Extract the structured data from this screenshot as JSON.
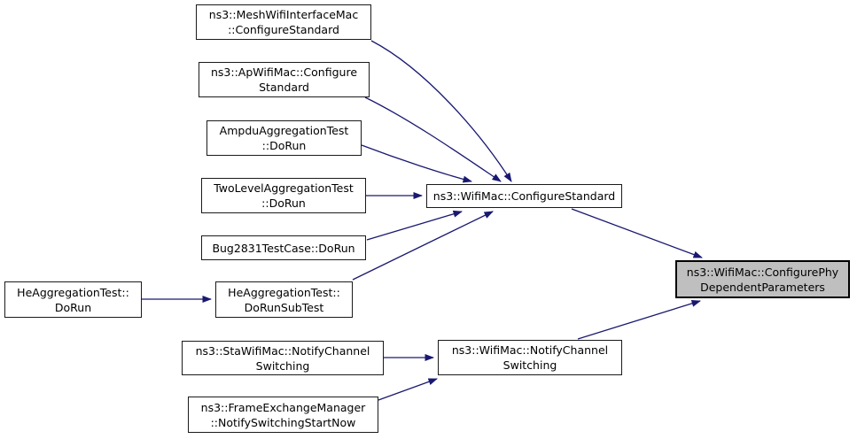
{
  "diagram": {
    "kind": "doxygen-call-graph",
    "background_color": "#ffffff",
    "edge_color": "#191970",
    "node_fill": "#ffffff",
    "node_border_color": "#1a1a1a",
    "highlight_fill": "#bfbfbf",
    "highlighted_node": "ns3::WifiMac::ConfigurePhyDependentParameters"
  },
  "nodes": [
    {
      "id": "mesh-configure-standard",
      "label": "ns3::MeshWifiInterfaceMac\n::ConfigureStandard"
    },
    {
      "id": "ap-configure-standard",
      "label": "ns3::ApWifiMac::Configure\nStandard"
    },
    {
      "id": "ampdu-dorun",
      "label": "AmpduAggregationTest\n::DoRun"
    },
    {
      "id": "twolevel-dorun",
      "label": "TwoLevelAggregationTest\n::DoRun"
    },
    {
      "id": "bug2831-dorun",
      "label": "Bug2831TestCase::DoRun"
    },
    {
      "id": "heaggregation-dorun",
      "label": "HeAggregationTest::\nDoRun"
    },
    {
      "id": "heaggregation-dorunsubtest",
      "label": "HeAggregationTest::\nDoRunSubTest"
    },
    {
      "id": "sta-notify-channel-switching",
      "label": "ns3::StaWifiMac::NotifyChannel\nSwitching"
    },
    {
      "id": "fem-notify-switching-start-now",
      "label": "ns3::FrameExchangeManager\n::NotifySwitchingStartNow"
    },
    {
      "id": "wifimac-configure-standard",
      "label": "ns3::WifiMac::ConfigureStandard"
    },
    {
      "id": "wifimac-notify-channel-switching",
      "label": "ns3::WifiMac::NotifyChannel\nSwitching"
    },
    {
      "id": "wifimac-configure-phy-dependent-parameters",
      "label": "ns3::WifiMac::ConfigurePhy\nDependentParameters"
    }
  ],
  "edges": [
    {
      "from": "ns3::MeshWifiInterfaceMac::ConfigureStandard",
      "to": "ns3::WifiMac::ConfigureStandard"
    },
    {
      "from": "ns3::ApWifiMac::ConfigureStandard",
      "to": "ns3::WifiMac::ConfigureStandard"
    },
    {
      "from": "AmpduAggregationTest::DoRun",
      "to": "ns3::WifiMac::ConfigureStandard"
    },
    {
      "from": "TwoLevelAggregationTest::DoRun",
      "to": "ns3::WifiMac::ConfigureStandard"
    },
    {
      "from": "Bug2831TestCase::DoRun",
      "to": "ns3::WifiMac::ConfigureStandard"
    },
    {
      "from": "HeAggregationTest::DoRunSubTest",
      "to": "ns3::WifiMac::ConfigureStandard"
    },
    {
      "from": "HeAggregationTest::DoRun",
      "to": "HeAggregationTest::DoRunSubTest"
    },
    {
      "from": "ns3::WifiMac::ConfigureStandard",
      "to": "ns3::WifiMac::ConfigurePhyDependentParameters"
    },
    {
      "from": "ns3::StaWifiMac::NotifyChannelSwitching",
      "to": "ns3::WifiMac::NotifyChannelSwitching"
    },
    {
      "from": "ns3::FrameExchangeManager::NotifySwitchingStartNow",
      "to": "ns3::WifiMac::NotifyChannelSwitching"
    },
    {
      "from": "ns3::WifiMac::NotifyChannelSwitching",
      "to": "ns3::WifiMac::ConfigurePhyDependentParameters"
    }
  ]
}
